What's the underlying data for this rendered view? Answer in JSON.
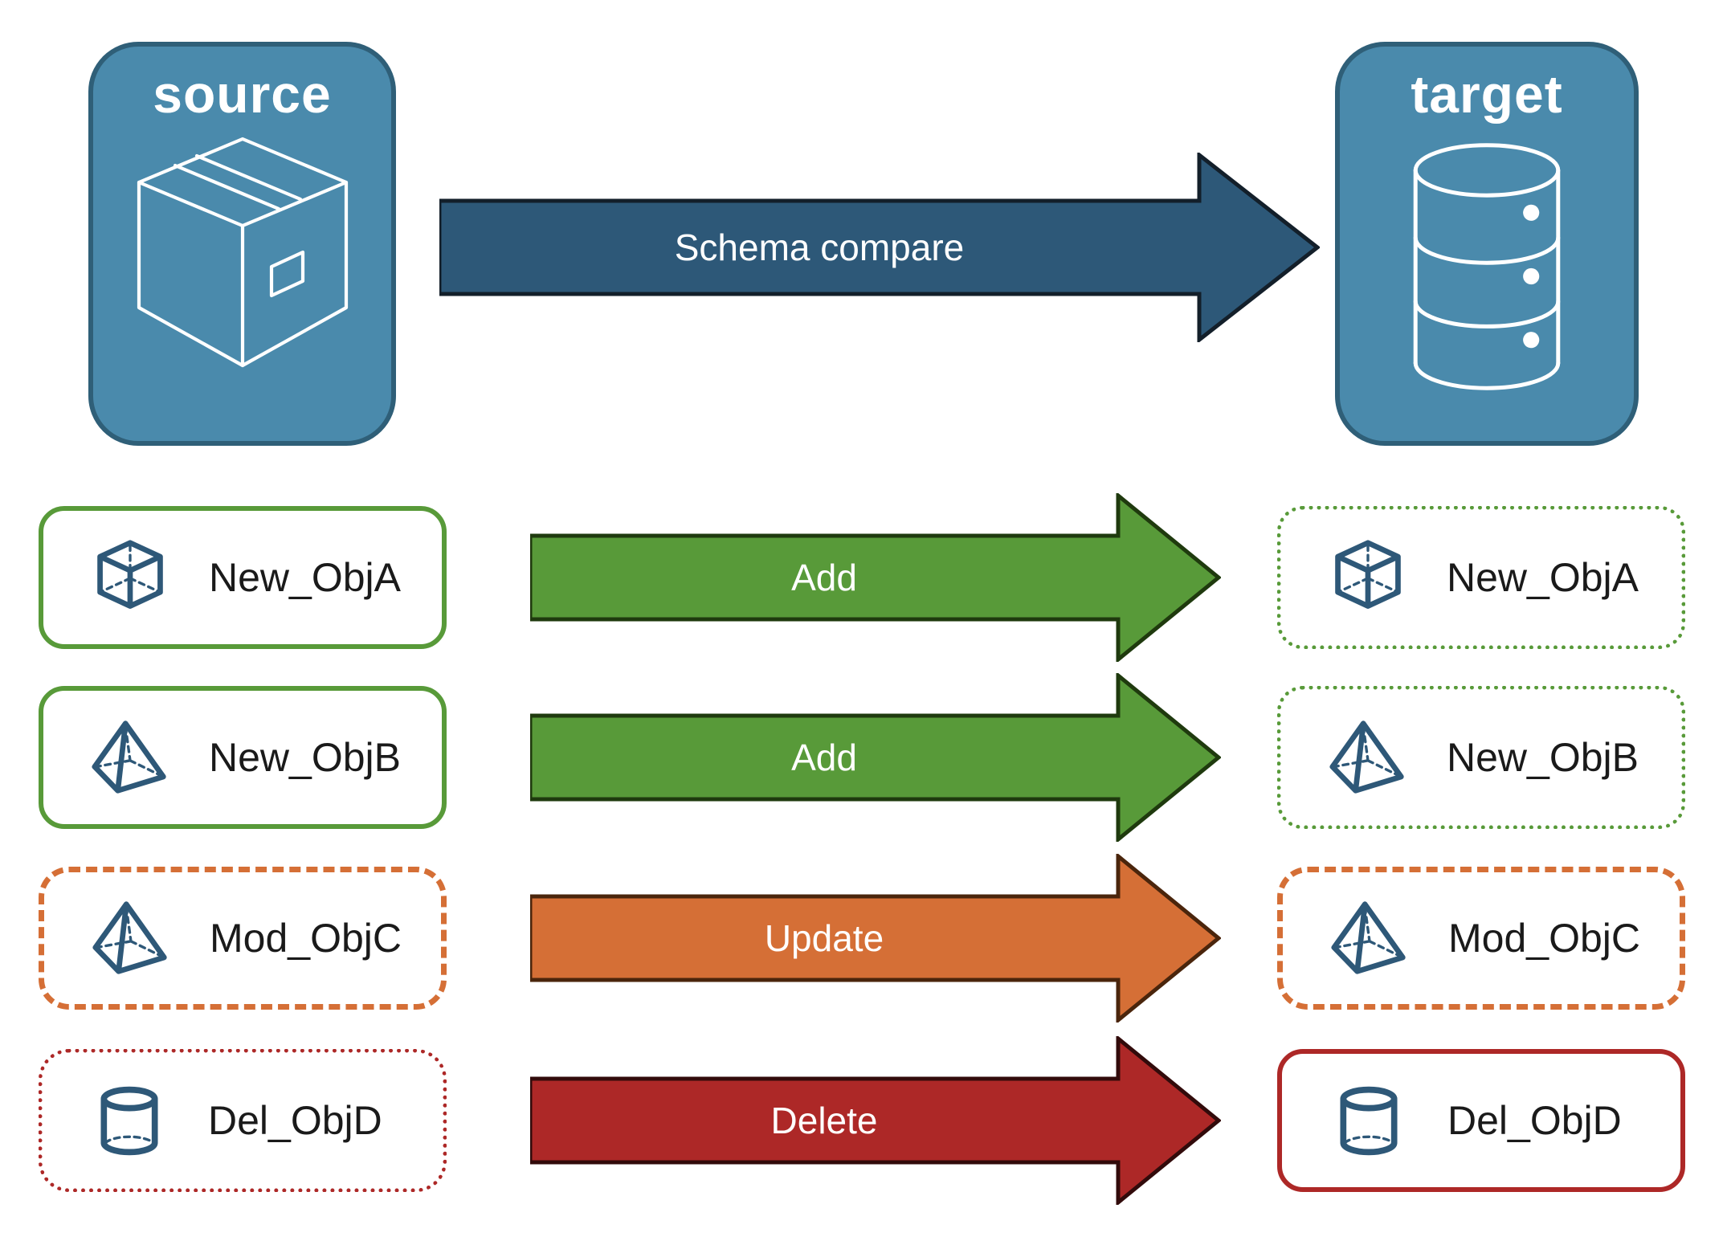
{
  "source_panel": {
    "title": "source",
    "icon": "package-icon"
  },
  "target_panel": {
    "title": "target",
    "icon": "database-icon"
  },
  "compare_arrow": {
    "label": "Schema compare"
  },
  "rows": [
    {
      "source_label": "New_ObjA",
      "action_label": "Add",
      "target_label": "New_ObjA",
      "icon": "cube-icon"
    },
    {
      "source_label": "New_ObjB",
      "action_label": "Add",
      "target_label": "New_ObjB",
      "icon": "pyramid-icon"
    },
    {
      "source_label": "Mod_ObjC",
      "action_label": "Update",
      "target_label": "Mod_ObjC",
      "icon": "pyramid-icon"
    },
    {
      "source_label": "Del_ObjD",
      "action_label": "Delete",
      "target_label": "Del_ObjD",
      "icon": "cylinder-icon"
    }
  ],
  "colors": {
    "panel_fill": "#4A8AAC",
    "panel_border": "#2F5F78",
    "icon_stroke": "#2E5878",
    "compare_fill": "#2D5878",
    "compare_outline": "#131F2A",
    "green": "#589A39",
    "green_outline": "#1F3A0E",
    "orange": "#D56F36",
    "orange_outline": "#4A250C",
    "red": "#AD2827",
    "red_outline": "#320B0B",
    "label_text": "#1A1A1A",
    "arrow_text": "#FFFFFF"
  }
}
